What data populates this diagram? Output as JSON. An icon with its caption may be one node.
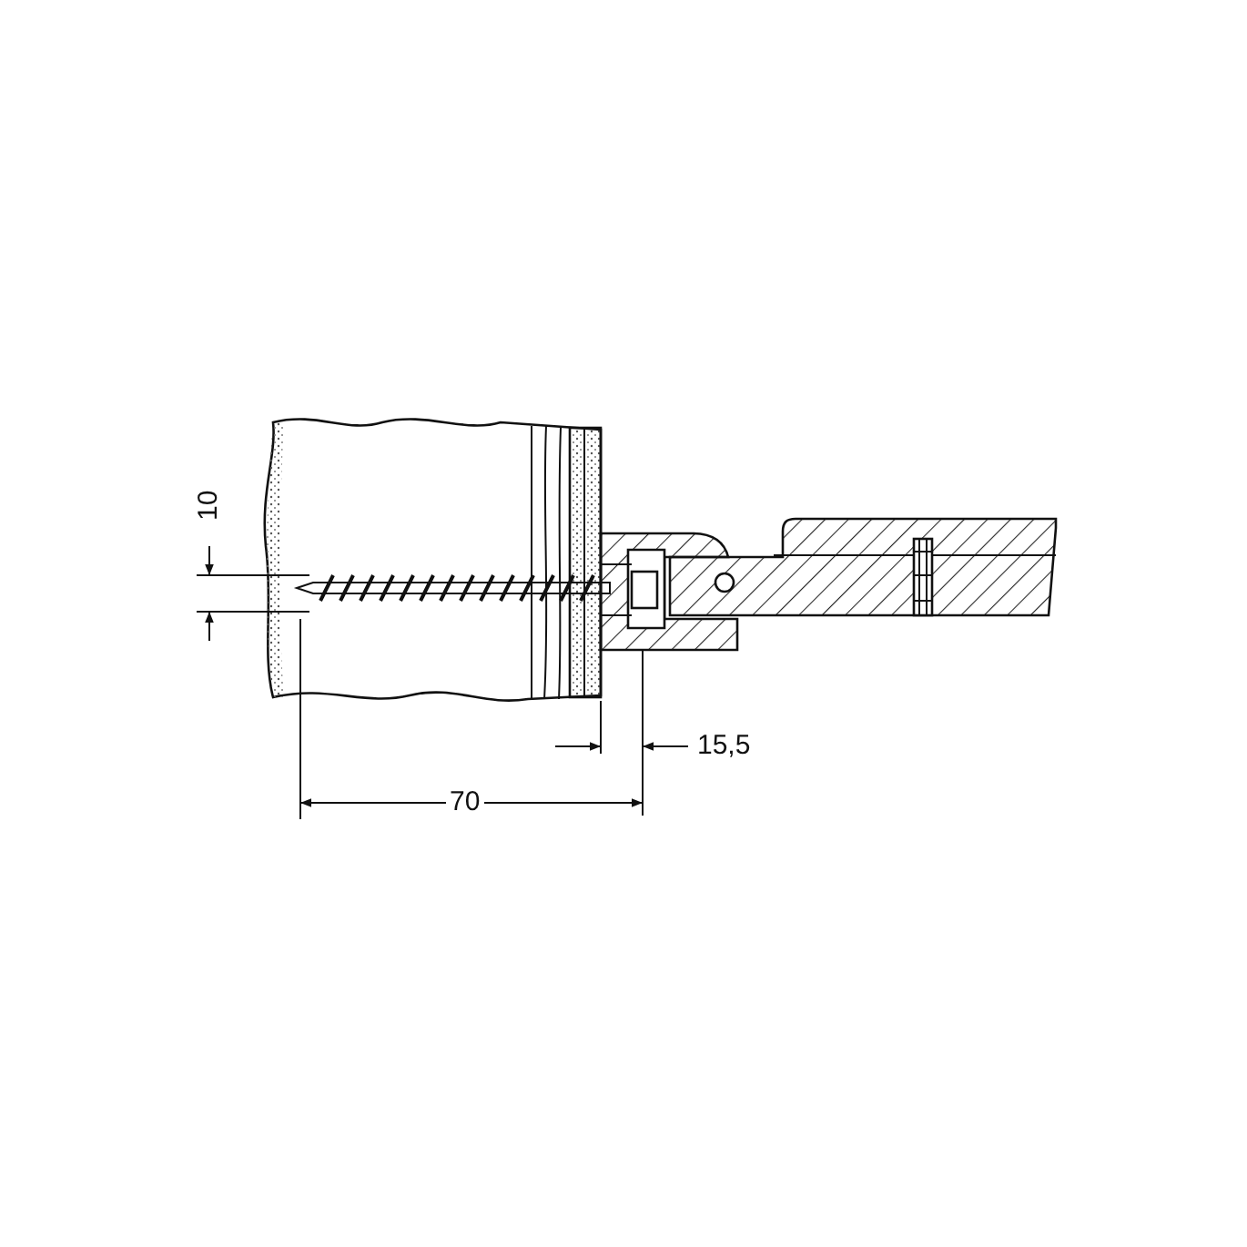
{
  "diagram": {
    "labels": [
      "10",
      "15,5",
      "70"
    ]
  }
}
